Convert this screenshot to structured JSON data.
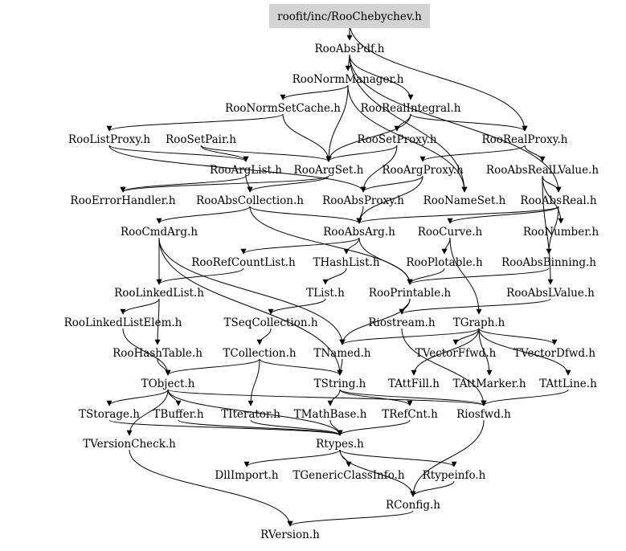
{
  "graph": {
    "root": "roofit/inc/RooChebychev.h",
    "nodes": [
      "roofit/inc/RooChebychev.h",
      "RooAbsPdf.h",
      "RooNormManager.h",
      "RooNormSetCache.h",
      "RooRealIntegral.h",
      "RooListProxy.h",
      "RooSetPair.h",
      "RooSetProxy.h",
      "RooRealProxy.h",
      "RooArgList.h",
      "RooArgSet.h",
      "RooArgProxy.h",
      "RooAbsRealLValue.h",
      "RooErrorHandler.h",
      "RooAbsCollection.h",
      "RooAbsProxy.h",
      "RooNameSet.h",
      "RooAbsReal.h",
      "RooCmdArg.h",
      "RooAbsArg.h",
      "RooCurve.h",
      "RooNumber.h",
      "RooRefCountList.h",
      "THashList.h",
      "RooPlotable.h",
      "RooAbsBinning.h",
      "RooLinkedList.h",
      "TList.h",
      "RooPrintable.h",
      "RooAbsLValue.h",
      "RooLinkedListElem.h",
      "TSeqCollection.h",
      "Riostream.h",
      "TGraph.h",
      "RooHashTable.h",
      "TCollection.h",
      "TNamed.h",
      "TVectorFfwd.h",
      "TVectorDfwd.h",
      "TObject.h",
      "TString.h",
      "TAttFill.h",
      "TAttMarker.h",
      "TAttLine.h",
      "TStorage.h",
      "TBuffer.h",
      "TIterator.h",
      "TMathBase.h",
      "TRefCnt.h",
      "Riosfwd.h",
      "TVersionCheck.h",
      "Rtypes.h",
      "DllImport.h",
      "TGenericClassInfo.h",
      "Rtypeinfo.h",
      "RConfig.h",
      "RVersion.h"
    ]
  }
}
